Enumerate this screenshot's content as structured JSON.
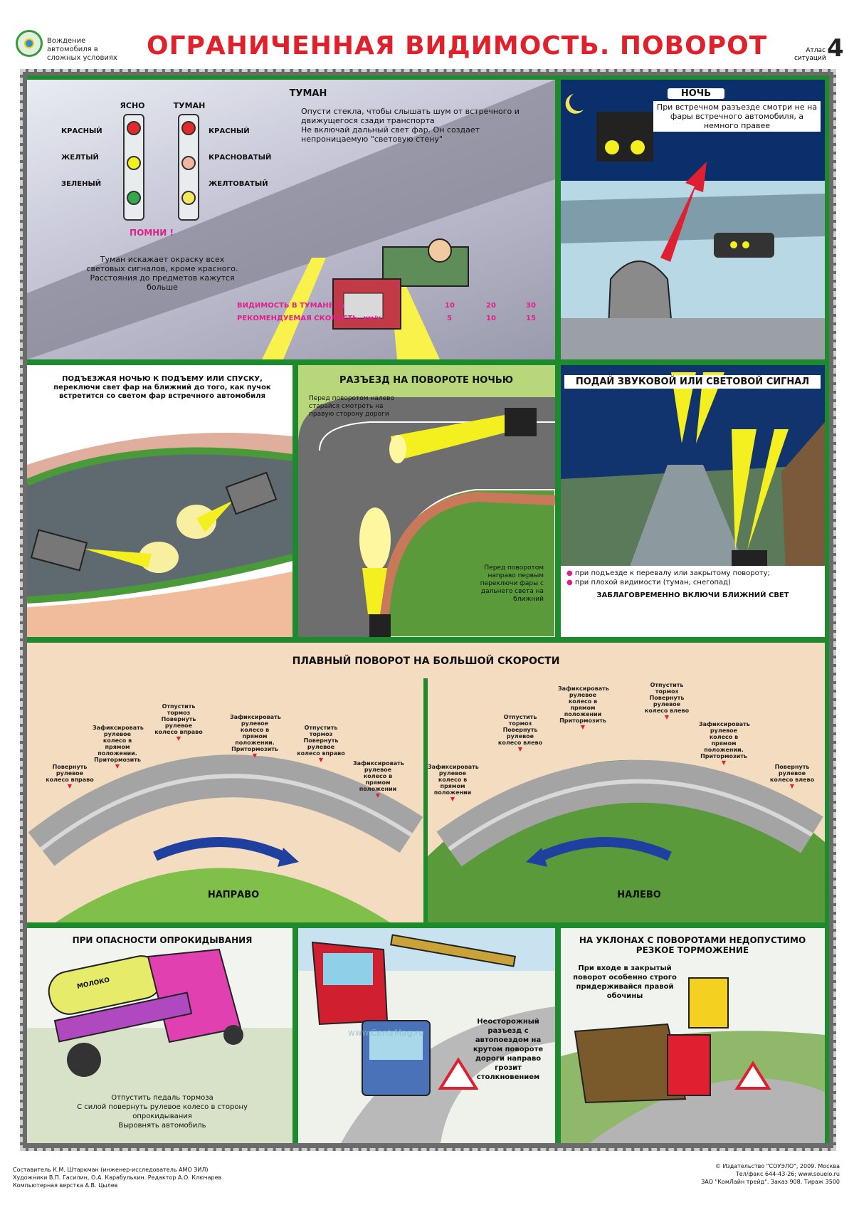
{
  "header": {
    "series": "Вождение автомобиля в сложных условиях",
    "title": "ОГРАНИЧЕННАЯ ВИДИМОСТЬ. ПОВОРОТ",
    "atlas": "Атлас ситуаций",
    "number": "4"
  },
  "fog": {
    "title": "ТУМАН",
    "clear_label": "ЯСНО",
    "fog_label": "ТУМАН",
    "clear_colors": [
      "КРАСНЫЙ",
      "ЖЕЛТЫЙ",
      "ЗЕЛЕНЫЙ"
    ],
    "fog_colors": [
      "КРАСНЫЙ",
      "КРАСНОВАТЫЙ",
      "ЖЕЛТОВАТЫЙ"
    ],
    "advice": "Опусти стекла, чтобы слышать шум от встречного и движущегося сзади транспорта\nНе включай дальный свет фар. Он создает непроницаемую \"световую стену\"",
    "remember": "ПОМНИ !",
    "remember_text": "Туман искажает окраску всех световых сигналов, кроме красного. Расстояния до предметов кажутся больше",
    "table": {
      "row1_label": "ВИДИМОСТЬ В ТУМАНЕ, м",
      "row1_values": [
        "10",
        "20",
        "30"
      ],
      "row2_label": "РЕКОМЕНДУЕМАЯ СКОРОСТЬ, км/ч",
      "row2_values": [
        "5",
        "10",
        "15"
      ]
    }
  },
  "night": {
    "title": "НОЧЬ",
    "text": "При встречном разъезде смотри не на фары встречного автомобиля, а немного правее"
  },
  "hill": {
    "title": "ПОДЪЕЗЖАЯ НОЧЬЮ К ПОДЪЕМУ ИЛИ СПУСКУ, переключи свет фар на ближний до того, как пучок встретится со светом фар встречного автомобиля"
  },
  "turn_night": {
    "title": "РАЗЪЕЗД НА ПОВОРОТЕ НОЧЬЮ",
    "text1": "Перед поворотом налево старайся смотреть на правую сторону дороги",
    "text2": "Перед поворотом направо первым переключи фары с дальнего света на ближний"
  },
  "signal": {
    "title": "ПОДАЙ ЗВУКОВОЙ ИЛИ СВЕТОВОЙ СИГНАЛ",
    "bullets": [
      "при подъезде к перевалу или закрытому повороту;",
      "при плохой видимости (туман, снегопад)"
    ],
    "footer": "ЗАБЛАГОВРЕМЕННО ВКЛЮЧИ БЛИЖНИЙ СВЕТ"
  },
  "smooth": {
    "title": "ПЛАВНЫЙ ПОВОРОТ НА БОЛЬШОЙ СКОРОСТИ",
    "right_label": "НАПРАВО",
    "left_label": "НАЛЕВО",
    "right_cues": [
      "Повернуть рулевое колесо вправо",
      "Зафиксировать рулевое колесо в прямом положении. Притормозить",
      "Отпустить тормоз Повернуть рулевое колесо вправо",
      "Зафиксировать рулевое колесо в прямом положении. Притормозить",
      "Отпустить тормоз Повернуть рулевое колесо вправо",
      "Зафиксировать рулевое колесо в прямом положении"
    ],
    "left_cues": [
      "Зафиксировать рулевое колесо в прямом положении",
      "Отпустить тормоз Повернуть рулевое колесо влево",
      "Зафиксировать рулевое колесо в прямом положении Притормозить",
      "Отпустить тормоз Повернуть рулевое колесо влево",
      "Зафиксировать рулевое колесо в прямом положении. Притормозить",
      "Повернуть рулевое колесо влево"
    ]
  },
  "rollover": {
    "title": "ПРИ ОПАСНОСТИ ОПРОКИДЫВАНИЯ",
    "tank_text": "МОЛОКО",
    "steps": [
      "Отпустить педаль тормоза",
      "С силой повернуть рулевое колесо в сторону опрокидывания",
      "Выровнять автомобиль"
    ]
  },
  "careless": {
    "text": "Неосторожный разъезд с автопоездом на крутом повороте дороги направо грозит столкновением",
    "watermark": "www.CentrMag.ru"
  },
  "slopes": {
    "title": "НА УКЛОНАХ С ПОВОРОТАМИ НЕДОПУСТИМО РЕЗКОЕ ТОРМОЖЕНИЕ",
    "text": "При входе в закрытый поворот особенно строго придерживайся правой обочины"
  },
  "footer": {
    "left": [
      "Составитель К.М. Штаркман (инженер-исследователь АМО ЗИЛ)",
      "Художники В.П. Гасилин, О.А. Карабулькин. Редактор А.О. Ключарев",
      "Компьютерная верстка А.В. Цылев"
    ],
    "right": [
      "© Издательство \"СОУЭЛО\", 2009. Москва",
      "Тел/факс 644-43-26; www.souelo.ru",
      "ЗАО \"КомЛайн трейд\". Заказ 908. Тираж 3500"
    ]
  },
  "colors": {
    "title_red": "#e0202a",
    "frame_green": "#1e8a2e",
    "cue_red": "#e02030",
    "pink_text": "#e0208a"
  }
}
